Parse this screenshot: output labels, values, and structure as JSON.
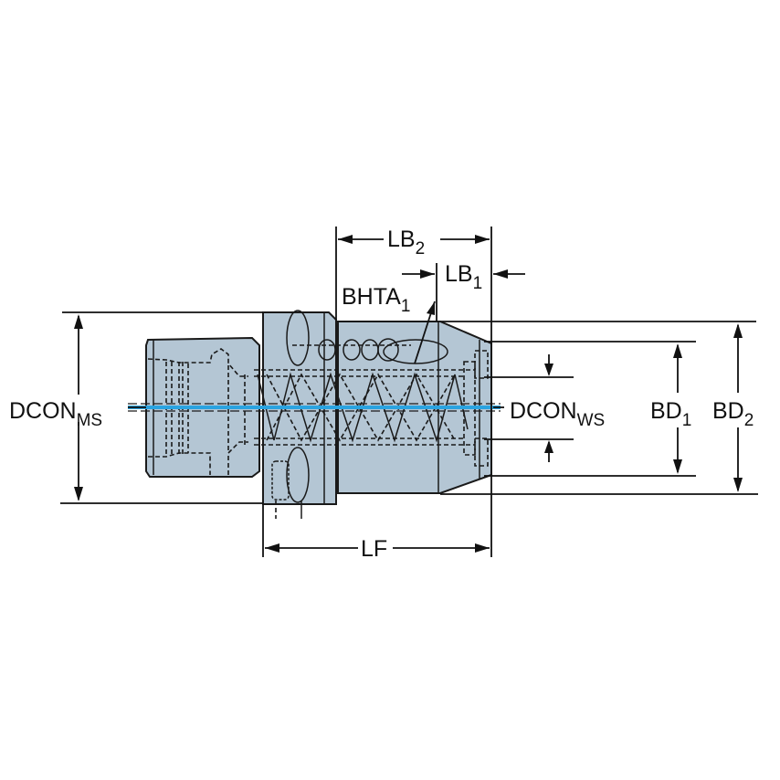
{
  "diagram": {
    "type": "technical-drawing",
    "subject": "tool holder adaptor side view with dimension callouts",
    "colors": {
      "body": "#b4c6d4",
      "outline": "#1a1a1a",
      "coolant_axis": "#2aa3e0",
      "background": "#ffffff"
    },
    "labels": {
      "dcon_ms": {
        "main": "DCON",
        "sub": "MS"
      },
      "dcon_ws": {
        "main": "DCON",
        "sub": "WS"
      },
      "lb2": {
        "main": "LB",
        "sub": "2"
      },
      "lb1": {
        "main": "LB",
        "sub": "1"
      },
      "bhta1": {
        "main": "BHTA",
        "sub": "1"
      },
      "bd1": {
        "main": "BD",
        "sub": "1"
      },
      "bd2": {
        "main": "BD",
        "sub": "2"
      },
      "lf": {
        "main": "LF"
      }
    }
  }
}
